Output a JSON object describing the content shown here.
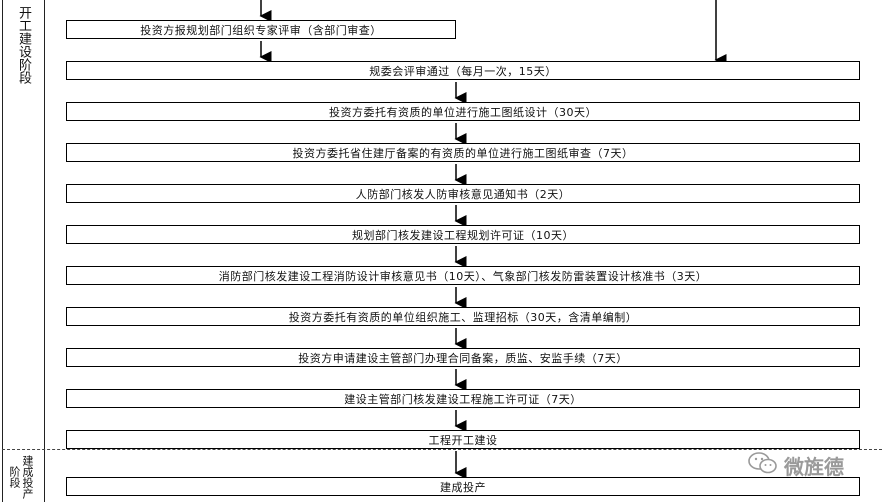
{
  "stages": {
    "construction": "开工建设阶段",
    "completion": "建成投产阶段"
  },
  "steps": [
    "投资方报规划部门组织专家评审（含部门审查）",
    "规委会评审通过（每月一次，15天）",
    "投资方委托有资质的单位进行施工图纸设计（30天）",
    "投资方委托省住建厅备案的有资质的单位进行施工图纸审查（7天）",
    "人防部门核发人防审核意见通知书（2天）",
    "规划部门核发建设工程规划许可证（10天）",
    "消防部门核发建设工程消防设计审核意见书（10天）、气象部门核发防雷装置设计核准书（3天）",
    "投资方委托有资质的单位组织施工、监理招标（30天，含清单编制）",
    "投资方申请建设主管部门办理合同备案，质监、安监手续（7天）",
    "建设主管部门核发建设工程施工许可证（7天）",
    "工程开工建设",
    "建成投产"
  ],
  "watermark": {
    "icon": "wechat-icon",
    "text": "微旌德"
  }
}
